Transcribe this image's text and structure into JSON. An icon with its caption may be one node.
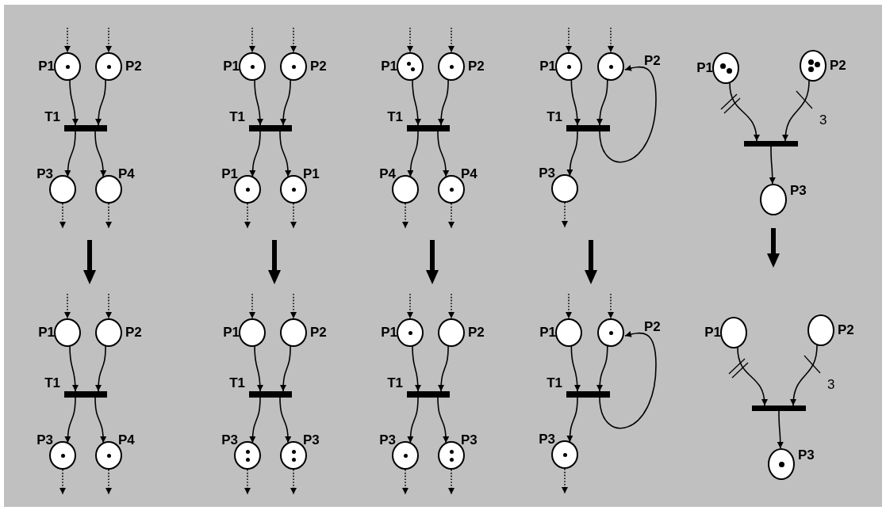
{
  "diagram": {
    "nodes": [
      {
        "text": [
          "P1"
        ]
      },
      {
        "text": [
          "P2"
        ]
      },
      {
        "text": [
          "T1"
        ]
      },
      {
        "text": [
          "P3"
        ]
      },
      {
        "text": [
          "P4"
        ]
      },
      {
        "text": [
          "P1"
        ]
      },
      {
        "text": [
          "P2"
        ]
      },
      {
        "text": [
          "T1"
        ]
      },
      {
        "text": [
          "P1"
        ]
      },
      {
        "text": [
          "P1"
        ]
      },
      {
        "text": [
          "P1"
        ]
      },
      {
        "text": [
          "P2"
        ]
      },
      {
        "text": [
          "T1"
        ]
      },
      {
        "text": [
          "P4"
        ]
      },
      {
        "text": [
          "P4"
        ]
      },
      {
        "text": [
          "P1"
        ]
      },
      {
        "text": [
          "P2"
        ]
      },
      {
        "text": [
          "T1"
        ]
      },
      {
        "text": [
          "P3"
        ]
      },
      {
        "text": [
          "P1"
        ]
      },
      {
        "text": [
          "P2"
        ]
      },
      {
        "text": [],
        "shape": "bar"
      },
      {
        "text": [
          "P3"
        ]
      },
      {
        "text": [
          "P1"
        ]
      },
      {
        "text": [
          "P2"
        ]
      },
      {
        "text": [
          "T1"
        ]
      },
      {
        "text": [
          "P3"
        ]
      },
      {
        "text": [
          "P4"
        ]
      },
      {
        "text": [
          "P1"
        ]
      },
      {
        "text": [
          "P2"
        ]
      },
      {
        "text": [
          "T1"
        ]
      },
      {
        "text": [
          "P3"
        ]
      },
      {
        "text": [
          "P3"
        ]
      },
      {
        "text": [
          "P1"
        ]
      },
      {
        "text": [
          "P2"
        ]
      },
      {
        "text": [
          "T1"
        ]
      },
      {
        "text": [
          "P3"
        ]
      },
      {
        "text": [
          "P3"
        ]
      },
      {
        "text": [
          "P1"
        ]
      },
      {
        "text": [
          "P2"
        ]
      },
      {
        "text": [
          "T1"
        ]
      },
      {
        "text": [
          "P3"
        ]
      },
      {
        "text": [
          "P1"
        ]
      },
      {
        "text": [
          "P2"
        ]
      },
      {
        "text": [],
        "shape": "bar"
      },
      {
        "text": [
          "P3"
        ]
      }
    ],
    "edges": [
      {
        "from": null,
        "to": 0,
        "arrow": "to",
        "style": "dashed"
      },
      {
        "from": null,
        "to": 1,
        "arrow": "to",
        "style": "dashed"
      },
      {
        "from": 0,
        "to": 2,
        "arrow": "to"
      },
      {
        "from": 1,
        "to": 2,
        "arrow": "to"
      },
      {
        "from": 2,
        "to": 3,
        "arrow": "to"
      },
      {
        "from": 2,
        "to": 4,
        "arrow": "to"
      },
      {
        "from": 3,
        "to": null,
        "arrow": "to",
        "style": "dashed"
      },
      {
        "from": 4,
        "to": null,
        "arrow": "to",
        "style": "dashed"
      },
      {
        "from": null,
        "to": 5,
        "arrow": "to",
        "style": "dashed"
      },
      {
        "from": null,
        "to": 6,
        "arrow": "to",
        "style": "dashed"
      },
      {
        "from": 5,
        "to": 7,
        "arrow": "to"
      },
      {
        "from": 6,
        "to": 7,
        "arrow": "to"
      },
      {
        "from": 7,
        "to": 8,
        "arrow": "to"
      },
      {
        "from": 7,
        "to": 9,
        "arrow": "to"
      },
      {
        "from": 8,
        "to": null,
        "arrow": "to",
        "style": "dashed"
      },
      {
        "from": 9,
        "to": null,
        "arrow": "to",
        "style": "dashed"
      },
      {
        "from": null,
        "to": 10,
        "arrow": "to",
        "style": "dashed"
      },
      {
        "from": null,
        "to": 11,
        "arrow": "to",
        "style": "dashed"
      },
      {
        "from": 10,
        "to": 12,
        "arrow": "to"
      },
      {
        "from": 11,
        "to": 12,
        "arrow": "to"
      },
      {
        "from": 12,
        "to": 13,
        "arrow": "to"
      },
      {
        "from": 12,
        "to": 14,
        "arrow": "to"
      },
      {
        "from": 13,
        "to": null,
        "arrow": "to",
        "style": "dashed"
      },
      {
        "from": 14,
        "to": null,
        "arrow": "to",
        "style": "dashed"
      },
      {
        "from": null,
        "to": 15,
        "arrow": "to",
        "style": "dashed"
      },
      {
        "from": null,
        "to": 16,
        "arrow": "to",
        "style": "dashed"
      },
      {
        "from": 15,
        "to": 17,
        "arrow": "to"
      },
      {
        "from": 16,
        "to": 17,
        "arrow": "to"
      },
      {
        "from": 17,
        "to": 18,
        "arrow": "to"
      },
      {
        "from": 17,
        "to": 16,
        "arrow": "to"
      },
      {
        "from": 18,
        "to": null,
        "arrow": "to",
        "style": "dashed"
      },
      {
        "from": 19,
        "to": 21,
        "arrow": "to"
      },
      {
        "from": 20,
        "to": 21,
        "arrow": "to",
        "label": "3"
      },
      {
        "from": 21,
        "to": 22,
        "arrow": "to"
      },
      {
        "from": null,
        "to": 23,
        "arrow": "to",
        "style": "dashed"
      },
      {
        "from": null,
        "to": 24,
        "arrow": "to",
        "style": "dashed"
      },
      {
        "from": 23,
        "to": 25,
        "arrow": "to"
      },
      {
        "from": 24,
        "to": 25,
        "arrow": "to"
      },
      {
        "from": 25,
        "to": 26,
        "arrow": "to"
      },
      {
        "from": 25,
        "to": 27,
        "arrow": "to"
      },
      {
        "from": 26,
        "to": null,
        "arrow": "to",
        "style": "dashed"
      },
      {
        "from": 27,
        "to": null,
        "arrow": "to",
        "style": "dashed"
      },
      {
        "from": null,
        "to": 28,
        "arrow": "to",
        "style": "dashed"
      },
      {
        "from": null,
        "to": 29,
        "arrow": "to",
        "style": "dashed"
      },
      {
        "from": 28,
        "to": 30,
        "arrow": "to"
      },
      {
        "from": 29,
        "to": 30,
        "arrow": "to"
      },
      {
        "from": 30,
        "to": 31,
        "arrow": "to"
      },
      {
        "from": 30,
        "to": 32,
        "arrow": "to"
      },
      {
        "from": 31,
        "to": null,
        "arrow": "to",
        "style": "dashed"
      },
      {
        "from": 32,
        "to": null,
        "arrow": "to",
        "style": "dashed"
      },
      {
        "from": null,
        "to": 33,
        "arrow": "to",
        "style": "dashed"
      },
      {
        "from": null,
        "to": 34,
        "arrow": "to",
        "style": "dashed"
      },
      {
        "from": 33,
        "to": 35,
        "arrow": "to"
      },
      {
        "from": 34,
        "to": 35,
        "arrow": "to"
      },
      {
        "from": 35,
        "to": 36,
        "arrow": "to"
      },
      {
        "from": 35,
        "to": 37,
        "arrow": "to"
      },
      {
        "from": 36,
        "to": null,
        "arrow": "to",
        "style": "dashed"
      },
      {
        "from": 37,
        "to": null,
        "arrow": "to",
        "style": "dashed"
      },
      {
        "from": null,
        "to": 38,
        "arrow": "to",
        "style": "dashed"
      },
      {
        "from": null,
        "to": 39,
        "arrow": "to",
        "style": "dashed"
      },
      {
        "from": 38,
        "to": 40,
        "arrow": "to"
      },
      {
        "from": 39,
        "to": 40,
        "arrow": "to"
      },
      {
        "from": 40,
        "to": 41,
        "arrow": "to"
      },
      {
        "from": 40,
        "to": 39,
        "arrow": "to"
      },
      {
        "from": 41,
        "to": null,
        "arrow": "to",
        "style": "dashed"
      },
      {
        "from": 42,
        "to": 44,
        "arrow": "to"
      },
      {
        "from": 43,
        "to": 44,
        "arrow": "to",
        "label": "3"
      },
      {
        "from": 44,
        "to": 45,
        "arrow": "to"
      }
    ]
  }
}
